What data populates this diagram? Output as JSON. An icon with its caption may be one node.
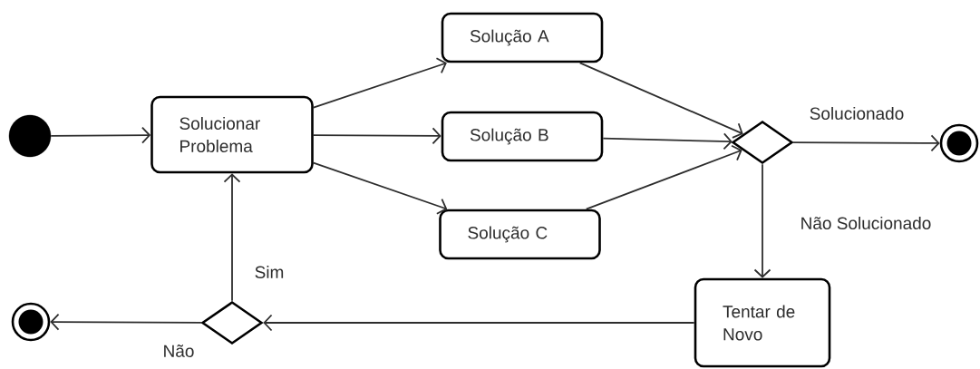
{
  "diagram": {
    "nodes": [
      {
        "text": [],
        "shape": "circle"
      },
      {
        "text": [
          "Solucionar Problema"
        ]
      },
      {
        "text": [
          "Solução A"
        ]
      },
      {
        "text": [
          "Solução B"
        ]
      },
      {
        "text": [
          "Solução C"
        ]
      },
      {
        "text": [],
        "shape": "diamond"
      },
      {
        "text": [],
        "shape": "bullseye"
      },
      {
        "text": [
          "Tentar de Novo"
        ]
      },
      {
        "text": [],
        "shape": "diamond"
      },
      {
        "text": [],
        "shape": "bullseye"
      }
    ],
    "edges": [
      {
        "from": 0,
        "to": 1,
        "arrow": "to"
      },
      {
        "from": 1,
        "to": 2,
        "arrow": "to"
      },
      {
        "from": 1,
        "to": 3,
        "arrow": "to"
      },
      {
        "from": 1,
        "to": 4,
        "arrow": "to"
      },
      {
        "from": 2,
        "to": 5,
        "arrow": "to"
      },
      {
        "from": 3,
        "to": 5,
        "arrow": "to"
      },
      {
        "from": 4,
        "to": 5,
        "arrow": "to"
      },
      {
        "from": 5,
        "to": 6,
        "arrow": "to",
        "label": "Solucionado"
      },
      {
        "from": 5,
        "to": 7,
        "arrow": "to",
        "label": "Não Solucionado"
      },
      {
        "from": 7,
        "to": 8,
        "arrow": "to"
      },
      {
        "from": 8,
        "to": 1,
        "arrow": "to",
        "label": "Sim"
      },
      {
        "from": 8,
        "to": 9,
        "arrow": "to",
        "label": "Não"
      }
    ]
  }
}
